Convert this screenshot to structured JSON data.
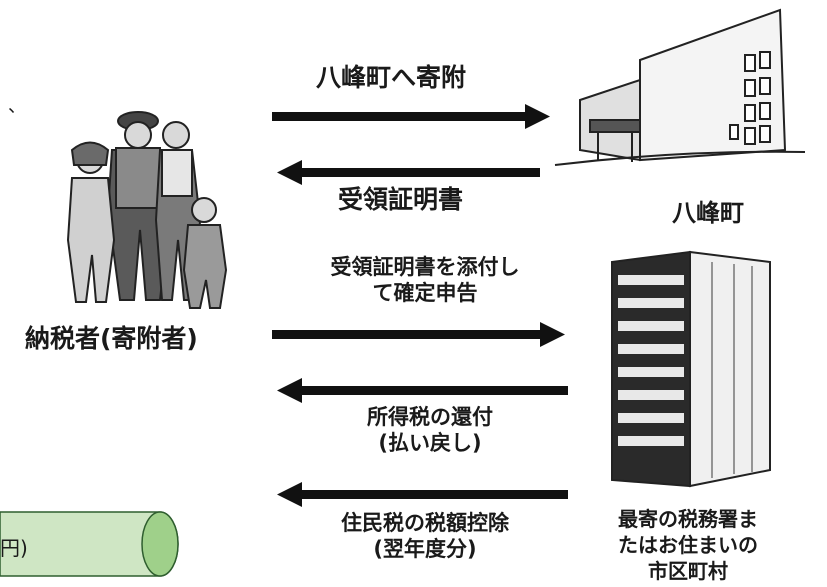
{
  "diagram": {
    "stray_mark": "、",
    "donation_label": "八峰町へ寄附",
    "receipt_label": "受領証明書",
    "town_label": "八峰町",
    "taxpayer_label": "納税者(寄附者)",
    "filing_label_line1": "受領証明書を添付し",
    "filing_label_line2": "て確定申告",
    "refund_label_line1": "所得税の還付",
    "refund_label_line2": "(払い戻し)",
    "deduction_label_line1": "住民税の税額控除",
    "deduction_label_line2": "(翌年度分)",
    "office_label_line1": "最寄の税務署ま",
    "office_label_line2": "たはお住まいの",
    "office_label_line3": "市区町村",
    "cylinder_text": "円)"
  }
}
